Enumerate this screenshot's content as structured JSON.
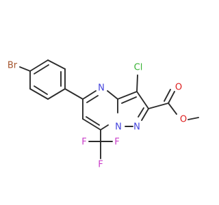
{
  "molecule": {
    "atoms": {
      "br": "Br",
      "cl": "Cl",
      "n_pyrimidine": "N",
      "n_bridge": "N",
      "n_pyrazole": "N",
      "o_carbonyl": "O",
      "o_ester": "O",
      "f_top": "F",
      "f_left": "F",
      "f_right": "F"
    },
    "colors": {
      "bond": "#2b2b2b",
      "bromine": "#a4542c",
      "chlorine": "#37b233",
      "nitrogen": "#4242dc",
      "oxygen": "#dd1d1d",
      "fluorine": "#c839c8"
    }
  }
}
